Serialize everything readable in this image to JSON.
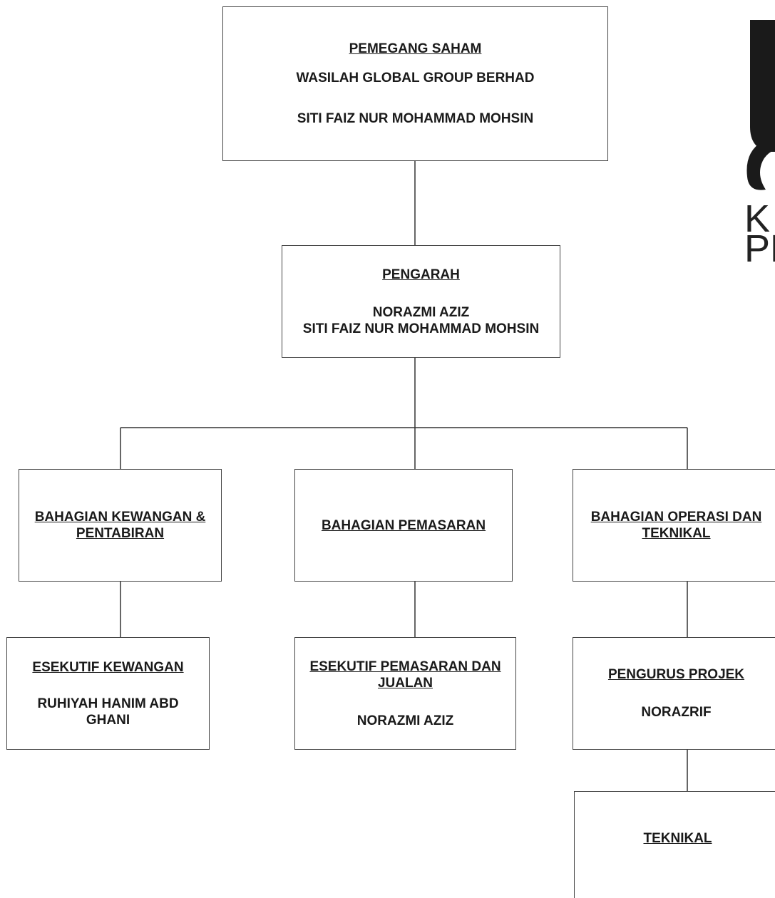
{
  "org_chart": {
    "shareholders": {
      "heading": "PEMEGANG SAHAM",
      "names": [
        "WASILAH GLOBAL GROUP BERHAD",
        "SITI FAIZ NUR MOHAMMAD MOHSIN"
      ]
    },
    "directors": {
      "heading": "PENGARAH",
      "names": [
        "NORAZMI AZIZ",
        "SITI FAIZ NUR MOHAMMAD MOHSIN"
      ]
    },
    "divisions": [
      {
        "heading": "BAHAGIAN KEWANGAN & PENTABIRAN",
        "sub": {
          "heading": "ESEKUTIF KEWANGAN",
          "names": [
            "RUHIYAH HANIM ABD GHANI"
          ]
        }
      },
      {
        "heading": "BAHAGIAN PEMASARAN",
        "sub": {
          "heading": "ESEKUTIF PEMASARAN DAN JUALAN",
          "names": [
            "NORAZMI AZIZ"
          ]
        }
      },
      {
        "heading": "BAHAGIAN OPERASI DAN TEKNIKAL",
        "sub": {
          "heading": "PENGURUS PROJEK",
          "names": [
            "NORAZRIF"
          ]
        },
        "sub2": {
          "heading": "TEKNIKAL"
        }
      }
    ]
  },
  "logo": {
    "line1": "K",
    "line2": "PE"
  },
  "colors": {
    "border": "#444444",
    "line": "#333333",
    "text": "#1a1a1a",
    "background": "#ffffff"
  }
}
